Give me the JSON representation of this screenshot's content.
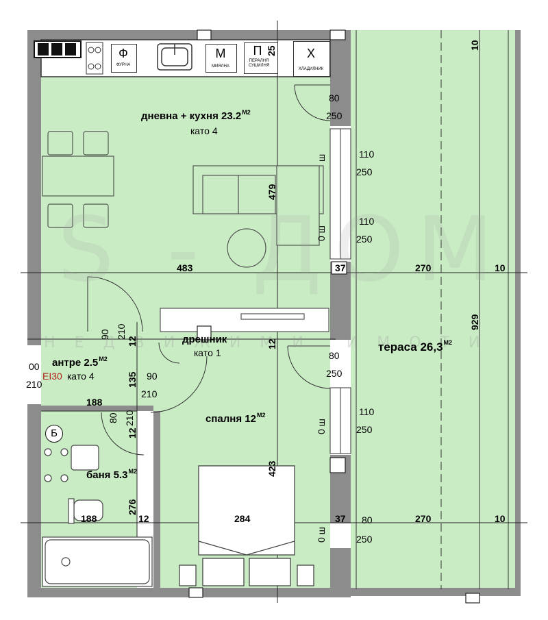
{
  "rooms": {
    "living": {
      "name": "дневна + кухня 23.2",
      "unit": "M2",
      "floor": "кaто 4"
    },
    "closet": {
      "name": "дрешник",
      "floor": "кaто 1"
    },
    "hall": {
      "name": "антре 2.5",
      "unit": "M2",
      "floor": "кaто 4",
      "fire_rating": "EI30"
    },
    "bedroom": {
      "name": "спалня 12",
      "unit": "M2"
    },
    "bath": {
      "name": "баня 5.3",
      "unit": "M2",
      "symbol": "Б"
    },
    "terrace": {
      "name": "тераса 26,3",
      "unit": "M2"
    }
  },
  "appliances": {
    "oven": {
      "symbol": "Ф",
      "label": "ФУРНА"
    },
    "dishwasher": {
      "symbol": "М",
      "label": "МИЯЛНА"
    },
    "washer": {
      "symbol": "П",
      "label": "ПЕРАЛНЯ СУШИЛНЯ"
    },
    "fridge": {
      "symbol": "Х",
      "label": "ХЛАДИЛНИК"
    }
  },
  "dimensions": {
    "top_25": "25",
    "top_10": "10",
    "door1_w": "80",
    "door1_h": "250",
    "win1_w": "110",
    "win1_h": "250",
    "win2_w": "110",
    "win2_h": "250",
    "win2_sill": "0 ш",
    "win1_sill": "ш",
    "living_depth": "479",
    "row1_a": "483",
    "row1_b": "37",
    "row1_c": "270",
    "row1_d": "10",
    "terrace_len": "929",
    "hall_door_w": "90",
    "hall_door_h": "210",
    "wall_12a": "12",
    "wall_12b": "12",
    "door2_w": "80",
    "door2_h": "250",
    "hall_left_a": "00",
    "hall_left_b": "210",
    "hall_135": "135",
    "bed_door_w": "90",
    "bed_door_h": "210",
    "hall_188": "188",
    "bath_door_w": "80",
    "bath_door_h": "210",
    "wall_12c": "12",
    "win3_w": "110",
    "win3_h": "250",
    "win3_sill": "0 ш",
    "bed_depth": "423",
    "row2_188": "188",
    "row2_12": "12",
    "bath_276": "276",
    "row2_284": "284",
    "row2_37": "37",
    "door3_w": "80",
    "door3_h": "250",
    "row2_270": "270",
    "row2_10": "10",
    "win4_sill": "0 ш"
  },
  "watermark": {
    "logo": "S - ДОМ",
    "tagline": "НЕДВИЖИМИ ИМОТИ"
  },
  "colors": {
    "room_fill": "#c9ecc4",
    "wall": "#8c8c8c",
    "line": "#222222",
    "fire_rating": "#b3241c"
  }
}
